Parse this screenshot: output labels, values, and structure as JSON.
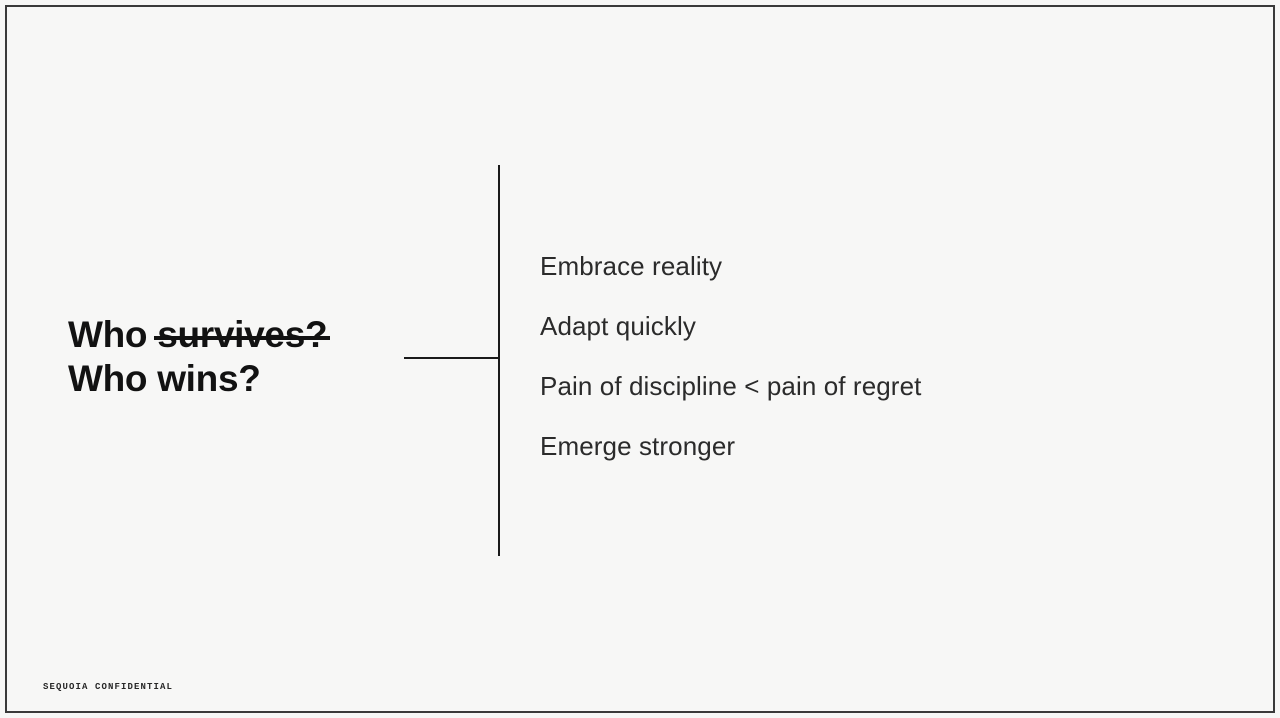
{
  "slide": {
    "background_color": "#f7f7f6",
    "border_color": "#3a3a3a",
    "headline": {
      "line1_prefix": "Who ",
      "line1_struck": "survives?",
      "line2": "Who wins?",
      "text_color": "#121212"
    },
    "connector": {
      "line_color": "#1a1a1a"
    },
    "points": [
      {
        "label": "Embrace reality"
      },
      {
        "label": "Adapt quickly"
      },
      {
        "label": "Pain of discipline < pain of regret"
      },
      {
        "label": "Emerge stronger"
      }
    ],
    "footer": {
      "confidential_label": "SEQUOIA CONFIDENTIAL"
    }
  }
}
